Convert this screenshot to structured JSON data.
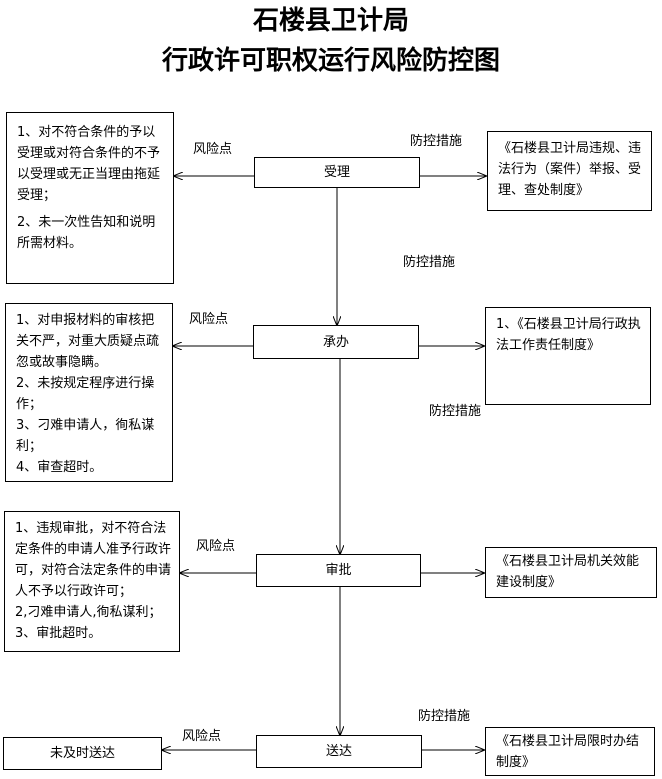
{
  "title": {
    "line1": "石楼县卫计局",
    "line2": "行政许可职权运行风险防控图"
  },
  "labels": {
    "risk_point": "风险点",
    "control_measure": "防控措施"
  },
  "steps": [
    {
      "id": "accept",
      "label": "受理",
      "risks": [
        "1、对不符合条件的予以受理或对符合条件的不予以受理或无正当理由拖延受理；",
        "2、未一次性告知和说明所需材料。"
      ],
      "measures": [
        "《石楼县卫计局违规、违法行为（案件）举报、受理、查处制度》"
      ]
    },
    {
      "id": "handle",
      "label": "承办",
      "risks": [
        "1、对申报材料的审核把关不严，对重大质疑点疏忽或故事隐瞒。",
        "2、未按规定程序进行操作；",
        "3、刁难申请人，徇私谋利；",
        "4、审查超时。"
      ],
      "measures": [
        "1、《石楼县卫计局行政执法工作责任制度》"
      ]
    },
    {
      "id": "approve",
      "label": "审批",
      "risks": [
        "1、违规审批，对不符合法定条件的申请人准予行政许可，对符合法定条件的申请人不予以行政许可；",
        "2,刁难申请人,徇私谋利；",
        "3、审批超时。"
      ],
      "measures": [
        "《石楼县卫计局机关效能建设制度》"
      ]
    },
    {
      "id": "deliver",
      "label": "送达",
      "risks": [
        "未及时送达"
      ],
      "measures": [
        "《石楼县卫计局限时办结制度》"
      ]
    }
  ]
}
